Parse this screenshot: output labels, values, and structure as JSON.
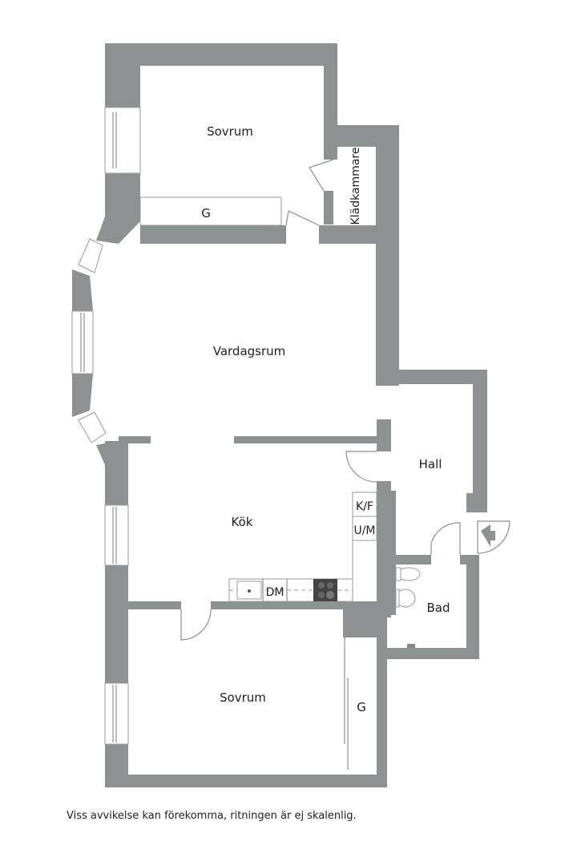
{
  "floorplan": {
    "rooms": {
      "sovrum_top": "Sovrum",
      "garderob_top": "G",
      "kladkammare": "Klädkammare",
      "vardagsrum": "Vardagsrum",
      "hall": "Hall",
      "kok": "Kök",
      "kf": "K/F",
      "um": "U/M",
      "dm": "DM",
      "bad": "Bad",
      "sovrum_bottom": "Sovrum",
      "garderob_bottom": "G"
    },
    "colors": {
      "wall": "#8e9191",
      "background": "#ffffff",
      "text": "#222222"
    },
    "entrance_icon": "entrance-arrow-icon"
  },
  "footer": {
    "disclaimer": "Viss avvikelse kan förekomma, ritningen är ej skalenlig."
  }
}
